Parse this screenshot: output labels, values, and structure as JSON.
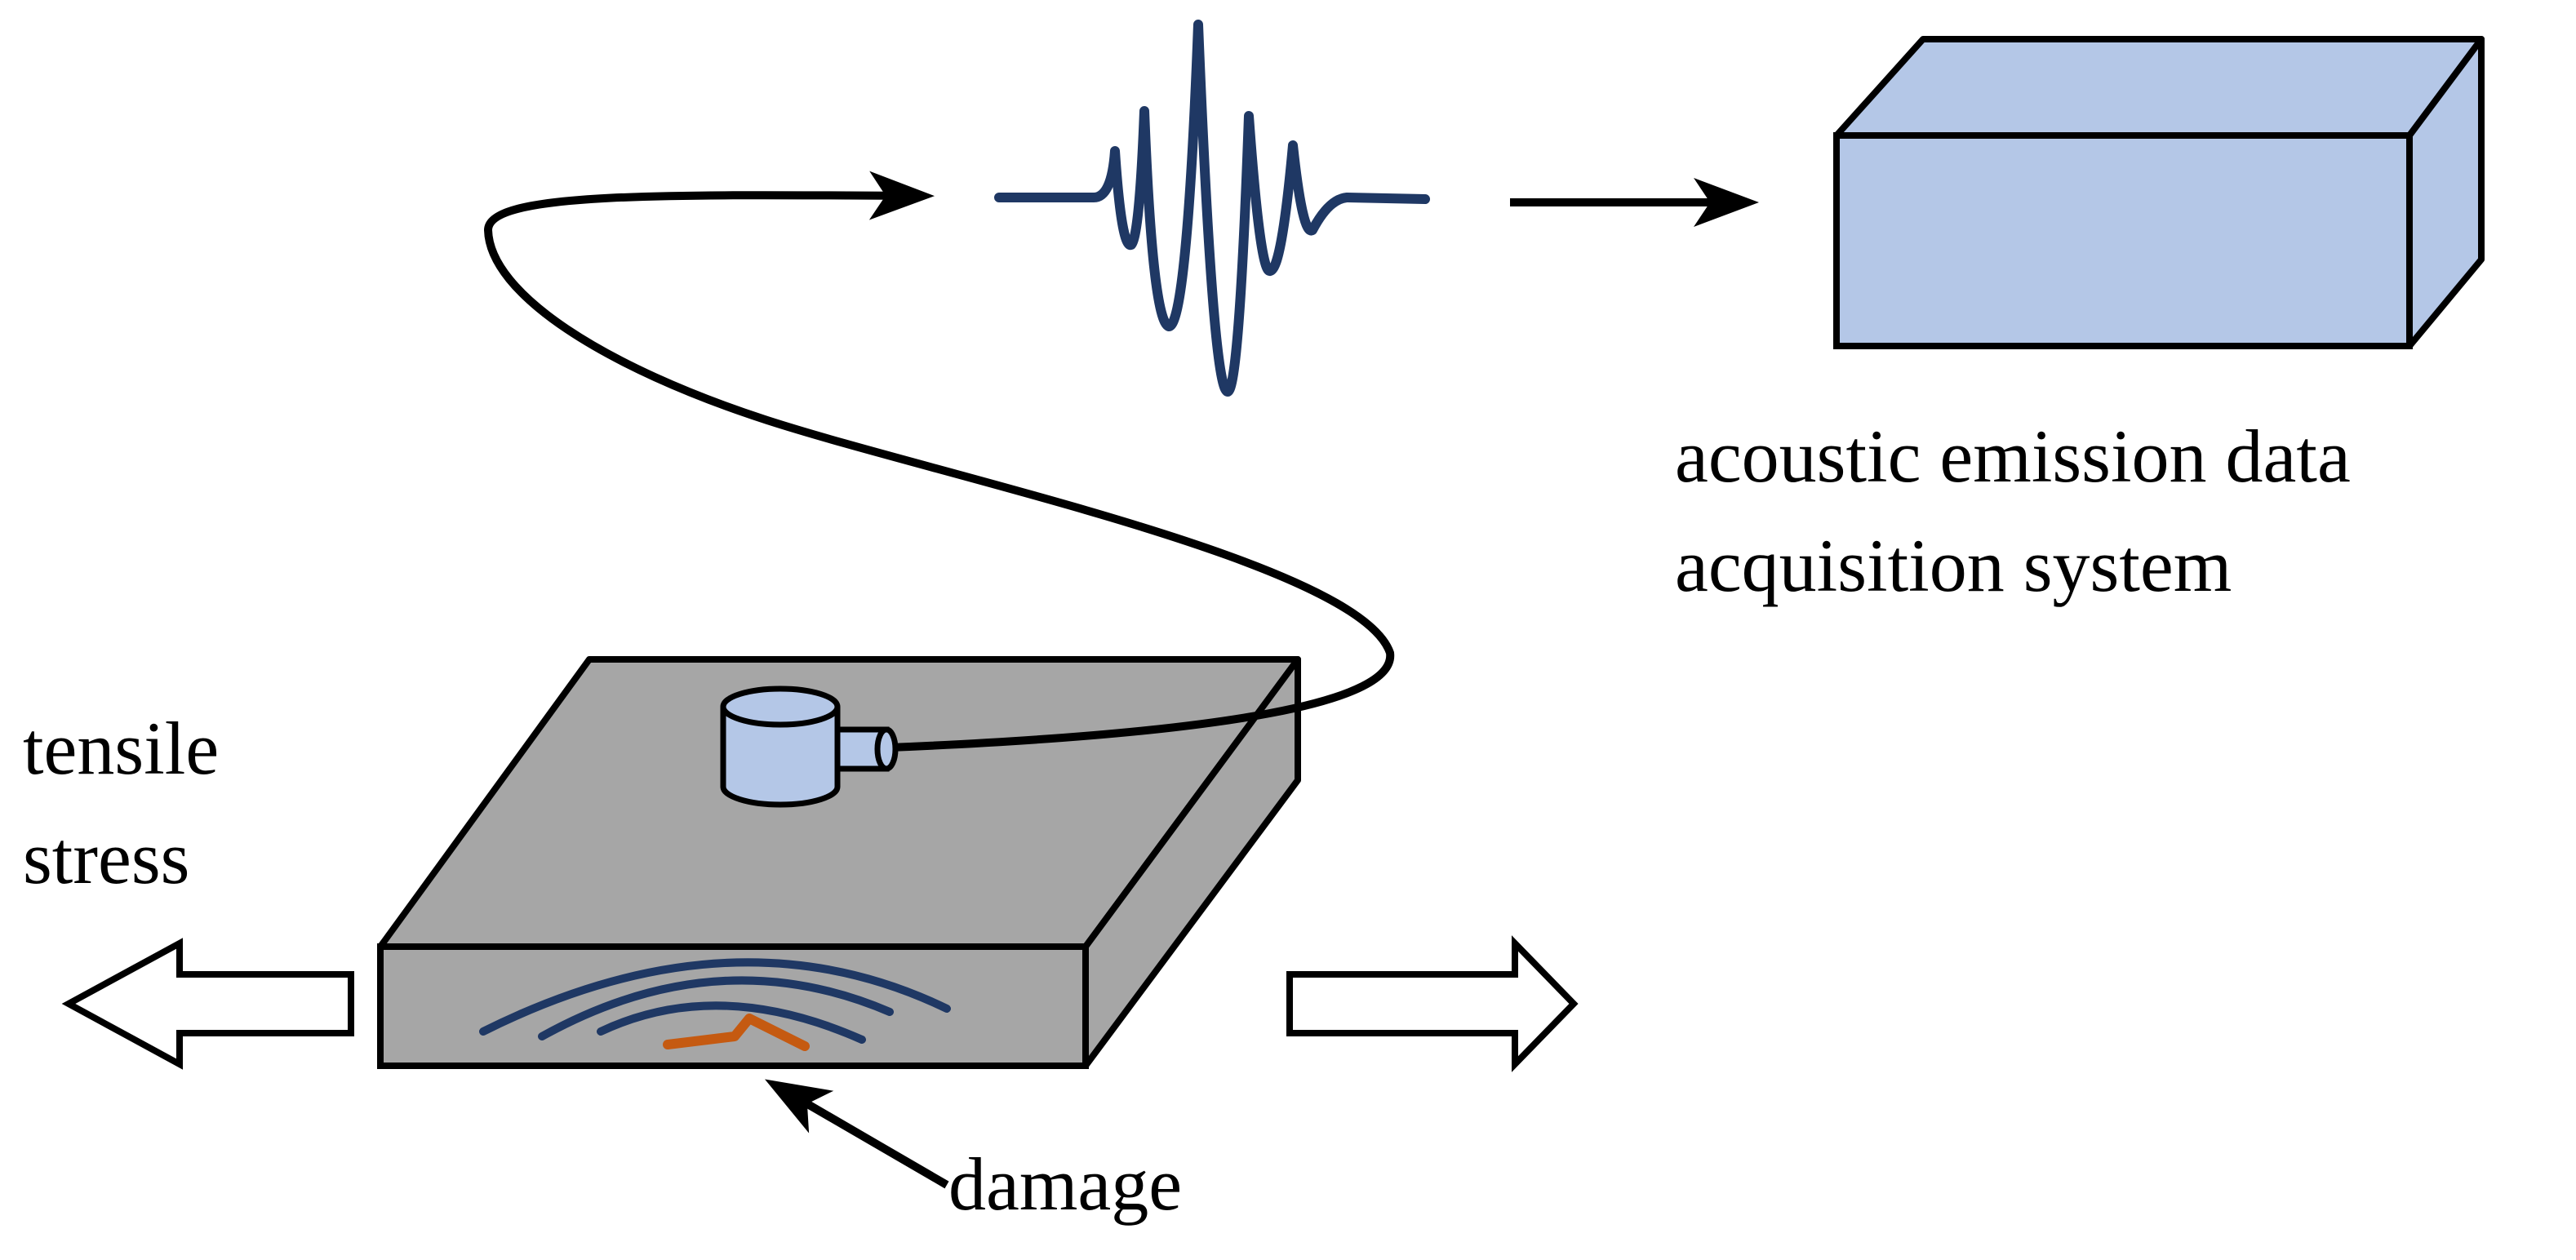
{
  "labels": {
    "system_line1": "acoustic emission data",
    "system_line2": "acquisition system",
    "stress_line1": "tensile",
    "stress_line2": "stress",
    "damage": "damage"
  },
  "colors": {
    "specimen": "#a6a6a6",
    "sensor": "#b4c7e7",
    "daq_box": "#b4c7e7",
    "waveform": "#1f3864",
    "wavefronts": "#1f3864",
    "crack": "#c55a11",
    "outline": "#000000"
  },
  "icons": {
    "sensor": "sensor-cylinder-icon",
    "waveform": "acoustic-waveform-icon",
    "daq": "data-acquisition-box-icon",
    "stress_left": "hollow-arrow-left-icon",
    "stress_right": "hollow-arrow-right-icon"
  }
}
